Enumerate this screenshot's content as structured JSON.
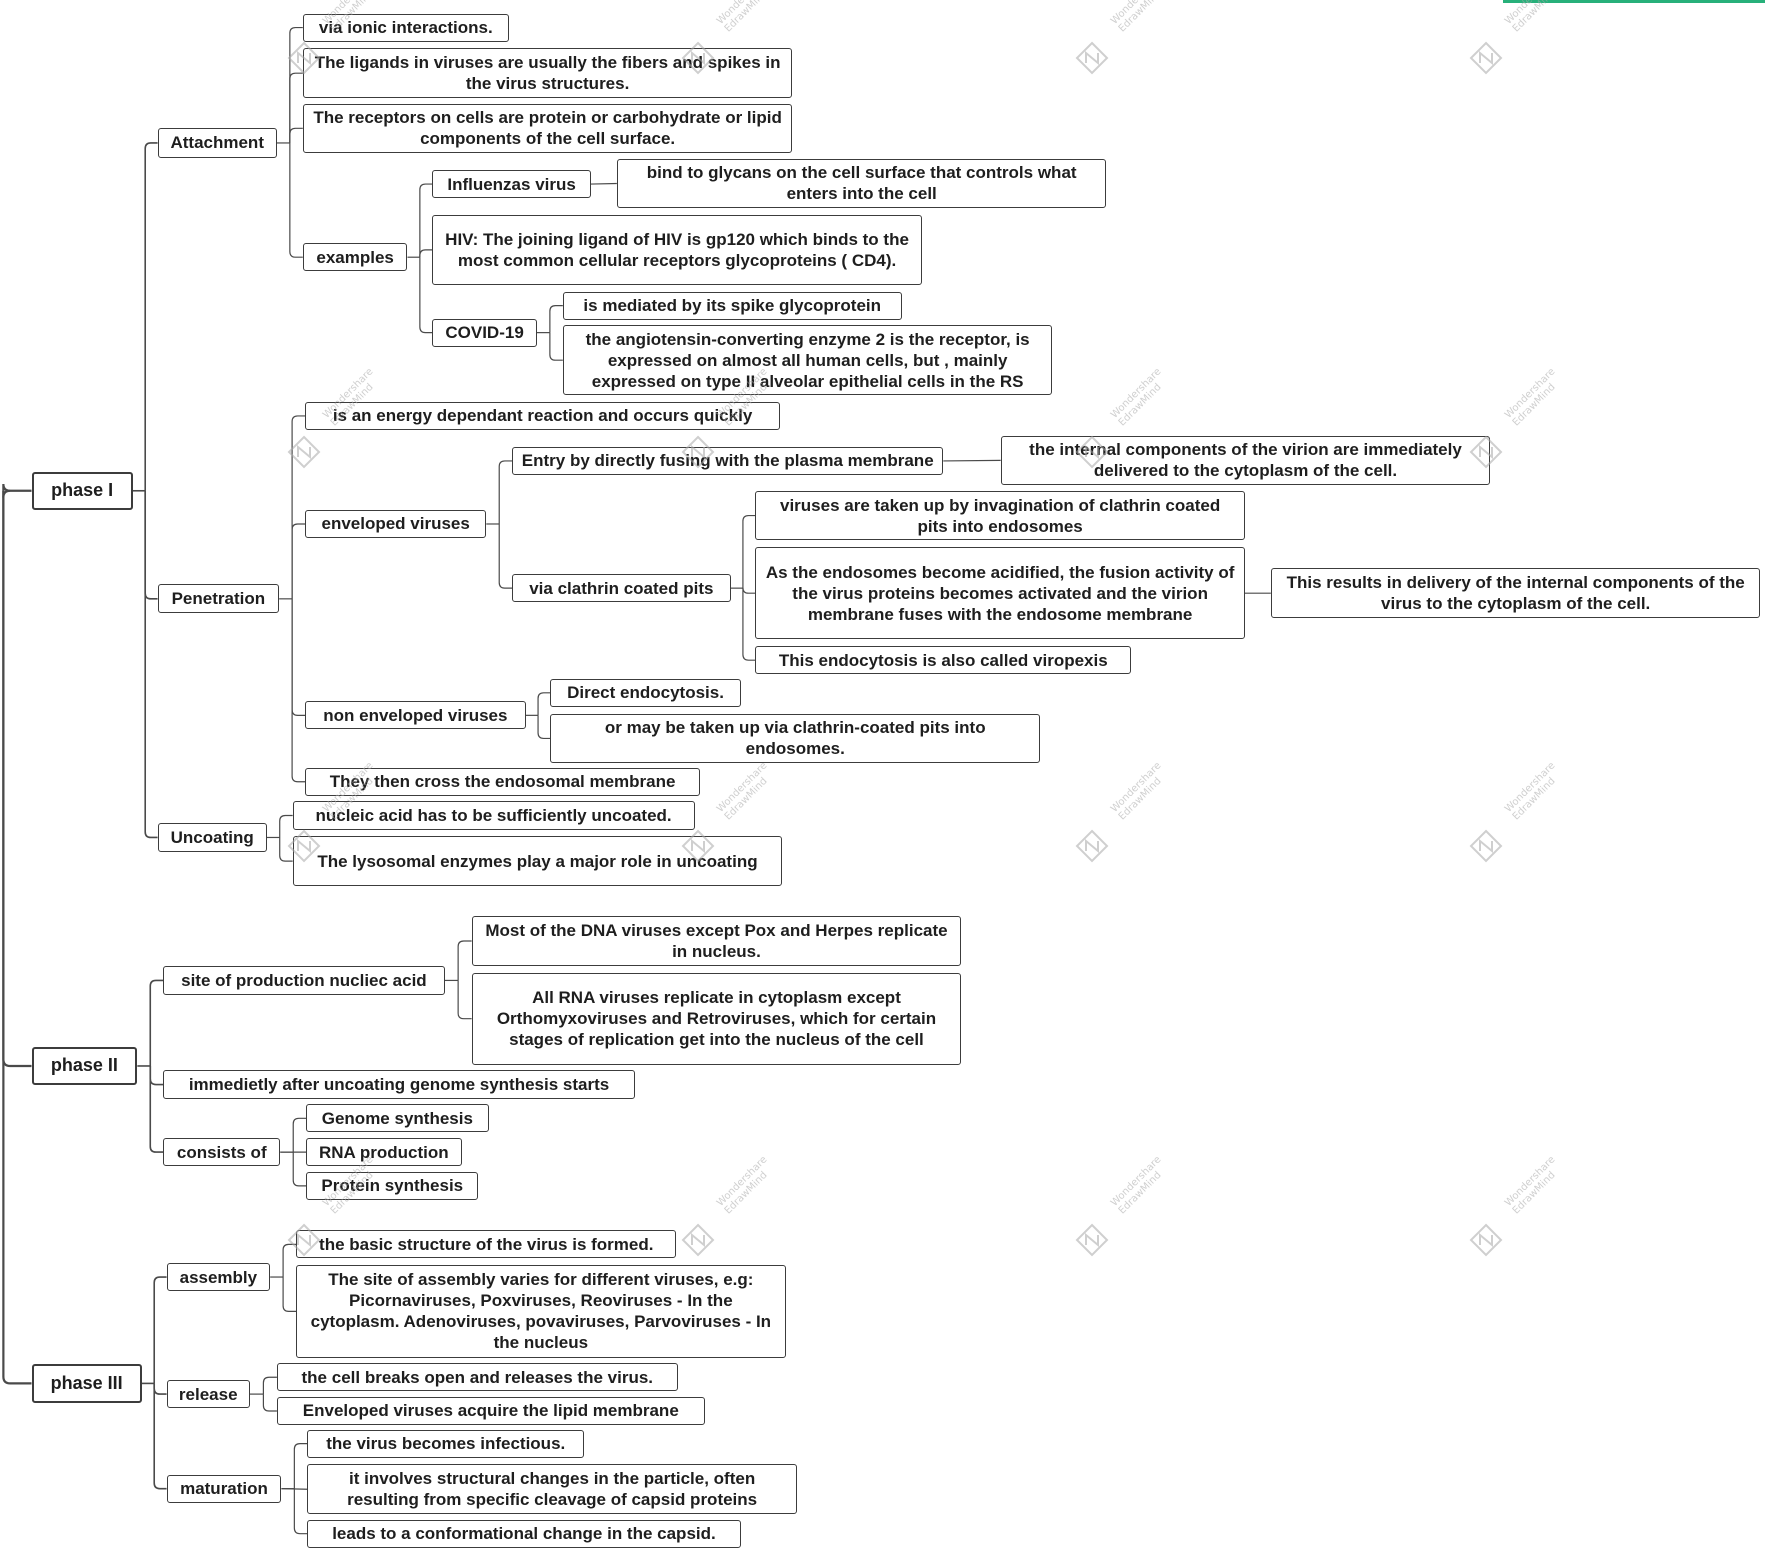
{
  "colors": {
    "line": "#4a4a4a",
    "node_border": "#3c3c3c",
    "text": "#1e1e1e",
    "watermark": "#a9a9a9",
    "accent": "#27b07a"
  },
  "watermark": {
    "brand_line1": "Wondershare",
    "brand_line2": "EdrawMind",
    "icon": "edrawmind-logo-icon"
  },
  "phases": [
    {
      "label": "phase I",
      "children": [
        {
          "label": "Attachment",
          "children": [
            {
              "label": "via ionic interactions."
            },
            {
              "label": "The ligands in viruses are usually the fibers and spikes in the virus structures."
            },
            {
              "label": "The receptors on cells are protein or carbohydrate or lipid components of the cell surface."
            },
            {
              "label": "examples",
              "children": [
                {
                  "label": "Influenzas virus",
                  "children": [
                    {
                      "label": "bind to glycans on the cell surface that controls what enters into the cell"
                    }
                  ]
                },
                {
                  "label": "HIV: The joining ligand of HIV is gp120 which binds to the most common cellular receptors glycoproteins ( CD4)."
                },
                {
                  "label": "COVID-19",
                  "children": [
                    {
                      "label": "is mediated by its spike glycoprotein"
                    },
                    {
                      "label": "the angiotensin-converting enzyme 2 is the receptor, is expressed on almost all human cells, but , mainly expressed on type II alveolar epithelial cells in the RS"
                    }
                  ]
                }
              ]
            }
          ]
        },
        {
          "label": "Penetration",
          "children": [
            {
              "label": "is an energy dependant reaction and occurs quickly"
            },
            {
              "label": "enveloped viruses",
              "children": [
                {
                  "label": "Entry by directly fusing with the plasma membrane",
                  "children": [
                    {
                      "label": "the internal components of the virion are immediately delivered to the cytoplasm of the cell."
                    }
                  ]
                },
                {
                  "label": "via clathrin coated pits",
                  "children": [
                    {
                      "label": "viruses are taken up by invagination of clathrin coated pits into endosomes"
                    },
                    {
                      "label": "As the endosomes become acidified, the fusion activity of the virus proteins becomes activated and the virion membrane fuses with the endosome membrane",
                      "children": [
                        {
                          "label": "This results in delivery of the internal components of the virus to the cytoplasm of the cell."
                        }
                      ]
                    },
                    {
                      "label": "This endocytosis is also called viropexis"
                    }
                  ]
                }
              ]
            },
            {
              "label": "non enveloped viruses",
              "children": [
                {
                  "label": "Direct endocytosis."
                },
                {
                  "label": "or may be taken up via clathrin-coated pits into endosomes."
                }
              ]
            },
            {
              "label": "They then cross the endosomal membrane"
            }
          ]
        },
        {
          "label": "Uncoating",
          "children": [
            {
              "label": "nucleic acid has to be sufficiently uncoated."
            },
            {
              "label": "The lysosomal enzymes play a major role in uncoating"
            }
          ]
        }
      ]
    },
    {
      "label": "phase II",
      "children": [
        {
          "label": "site of production nucliec acid",
          "children": [
            {
              "label": "Most of the DNA viruses except Pox and Herpes replicate in nucleus."
            },
            {
              "label": "All RNA viruses replicate in cytoplasm except Orthomyxoviruses and Retroviruses, which for certain stages of replication get into the nucleus of the cell"
            }
          ]
        },
        {
          "label": "immedietly after uncoating genome synthesis starts"
        },
        {
          "label": "consists of",
          "children": [
            {
              "label": "Genome synthesis"
            },
            {
              "label": "RNA production"
            },
            {
              "label": "Protein synthesis"
            }
          ]
        }
      ]
    },
    {
      "label": "phase III",
      "children": [
        {
          "label": "assembly",
          "children": [
            {
              "label": "the basic structure of the virus is formed."
            },
            {
              "label": "The site of assembly varies for different viruses, e.g: Picornaviruses, Poxviruses, Reoviruses - In the cytoplasm. Adenoviruses, povaviruses, Parvoviruses - In the nucleus"
            }
          ]
        },
        {
          "label": "release",
          "children": [
            {
              "label": "the cell breaks open and releases the virus."
            },
            {
              "label": "Enveloped viruses acquire the lipid membrane"
            }
          ]
        },
        {
          "label": "maturation",
          "children": [
            {
              "label": "the virus becomes infectious."
            },
            {
              "label": "it involves structural changes in the particle, often resulting from specific cleavage of capsid proteins"
            },
            {
              "label": "leads to a conformational change in the capsid."
            }
          ]
        }
      ]
    }
  ]
}
